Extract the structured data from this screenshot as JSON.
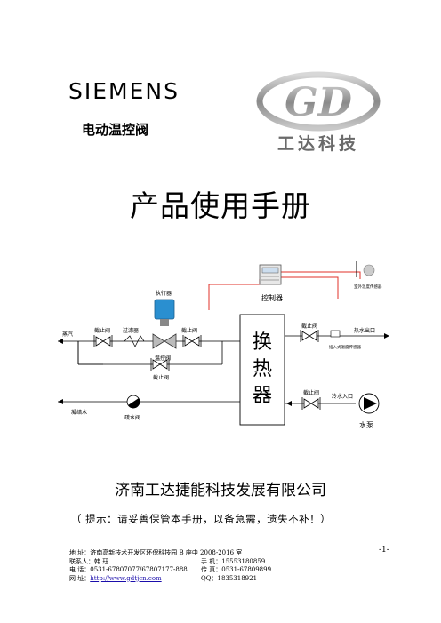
{
  "header": {
    "brand": "SIEMENS",
    "product": "电动温控阀",
    "logo_text": "工达科技",
    "logo_letters": "GD"
  },
  "title": "产品使用手册",
  "diagram": {
    "controller": "控制器",
    "actuator": "执行器",
    "outdoor_sensor": "室外温度传感器",
    "inline_sensor": "插入式温度传感器",
    "steam": "蒸汽",
    "stop_valve": "截止阀",
    "filter": "过滤器",
    "temp_valve": "温控阀",
    "heat_exchanger": "换热器",
    "hot_water_out": "热水出口",
    "cold_water_in": "冷水入口",
    "condensate": "凝结水",
    "trap_valve": "疏水阀",
    "pump": "水泵"
  },
  "company": "济南工达捷能科技发展有限公司",
  "tip": "（  提示：请妥善保管本手册，以备急需，遗失不补！）",
  "footer": {
    "address_label": "地    址：",
    "address": "济南高新技术开发区环保科技园 B 座中 2008-2016 室",
    "contact_label": "联系人：",
    "contact": "韩  珏",
    "mobile_label": "手    机：",
    "mobile": "15553180859",
    "phone_label": "电    话：",
    "phone": "0531-67807077/67807177-888",
    "fax_label": "传    真：",
    "fax": "0531-67809899",
    "web_label": "网    址：",
    "web": "http://www.gdtjcn.com",
    "qq_label": "QQ：",
    "qq": "1835318921"
  },
  "page_number": "-1-"
}
